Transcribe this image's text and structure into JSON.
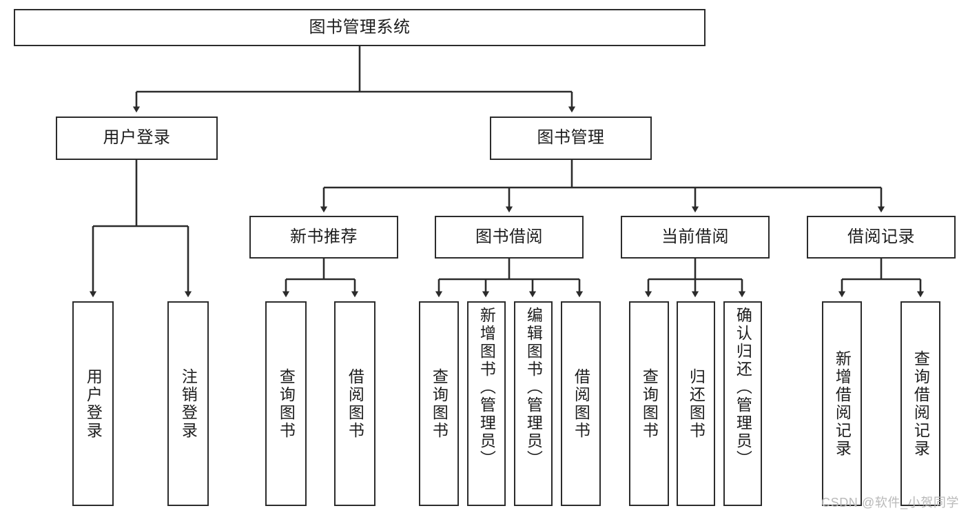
{
  "diagram": {
    "type": "tree",
    "title": "图书管理系统",
    "root": {
      "label": "图书管理系统"
    },
    "level1": [
      {
        "label": "用户登录"
      },
      {
        "label": "图书管理"
      }
    ],
    "level2": [
      {
        "label": "新书推荐"
      },
      {
        "label": "图书借阅"
      },
      {
        "label": "当前借阅"
      },
      {
        "label": "借阅记录"
      }
    ],
    "leaves": {
      "user_login": [
        {
          "label": "用户登录"
        },
        {
          "label": "注销登录"
        }
      ],
      "new_book_recommend": [
        {
          "label": "查询图书"
        },
        {
          "label": "借阅图书"
        }
      ],
      "book_borrow": [
        {
          "label": "查询图书"
        },
        {
          "label": "新增图书（管理员）"
        },
        {
          "label": "编辑图书（管理员）"
        },
        {
          "label": "借阅图书"
        }
      ],
      "current_borrow": [
        {
          "label": "查询图书"
        },
        {
          "label": "归还图书"
        },
        {
          "label": "确认归还（管理员）"
        }
      ],
      "borrow_record": [
        {
          "label": "新增借阅记录"
        },
        {
          "label": "查询借阅记录"
        }
      ]
    }
  },
  "watermark": {
    "text": "CSDN @软件_小贺同学"
  },
  "colors": {
    "stroke": "#2b2b2b",
    "fill": "#ffffff",
    "text": "#1d1d1d",
    "watermark": "#b9b9b9"
  }
}
